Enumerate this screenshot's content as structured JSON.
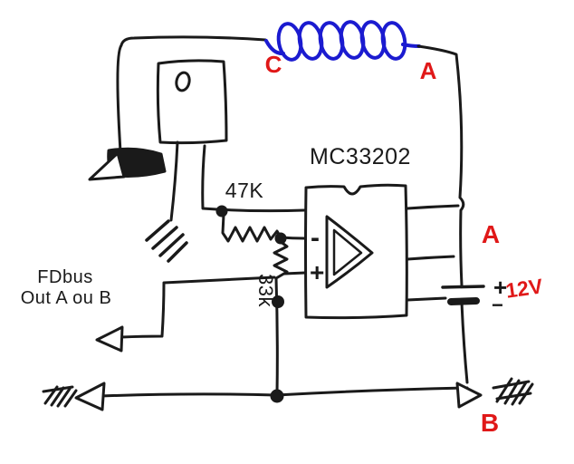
{
  "schematic": {
    "ic_label": "MC33202",
    "feedback_resistor_label": "47K",
    "ground_resistor_label": "33k",
    "input_label_line1": "FDbus",
    "input_label_line2": "Out A ou B",
    "coil_left_terminal": "C",
    "coil_right_terminal": "A",
    "output_terminal": "A",
    "bottom_terminal": "B",
    "opamp_inverting_input": "-",
    "opamp_noninverting_input": "+",
    "battery_plus": "+",
    "battery_minus": "−",
    "battery_voltage": "12V"
  },
  "colors": {
    "ink": "#1a1a1a",
    "annotation_red": "#e01818",
    "coil_blue": "#1b1bd0",
    "background": "#ffffff"
  }
}
